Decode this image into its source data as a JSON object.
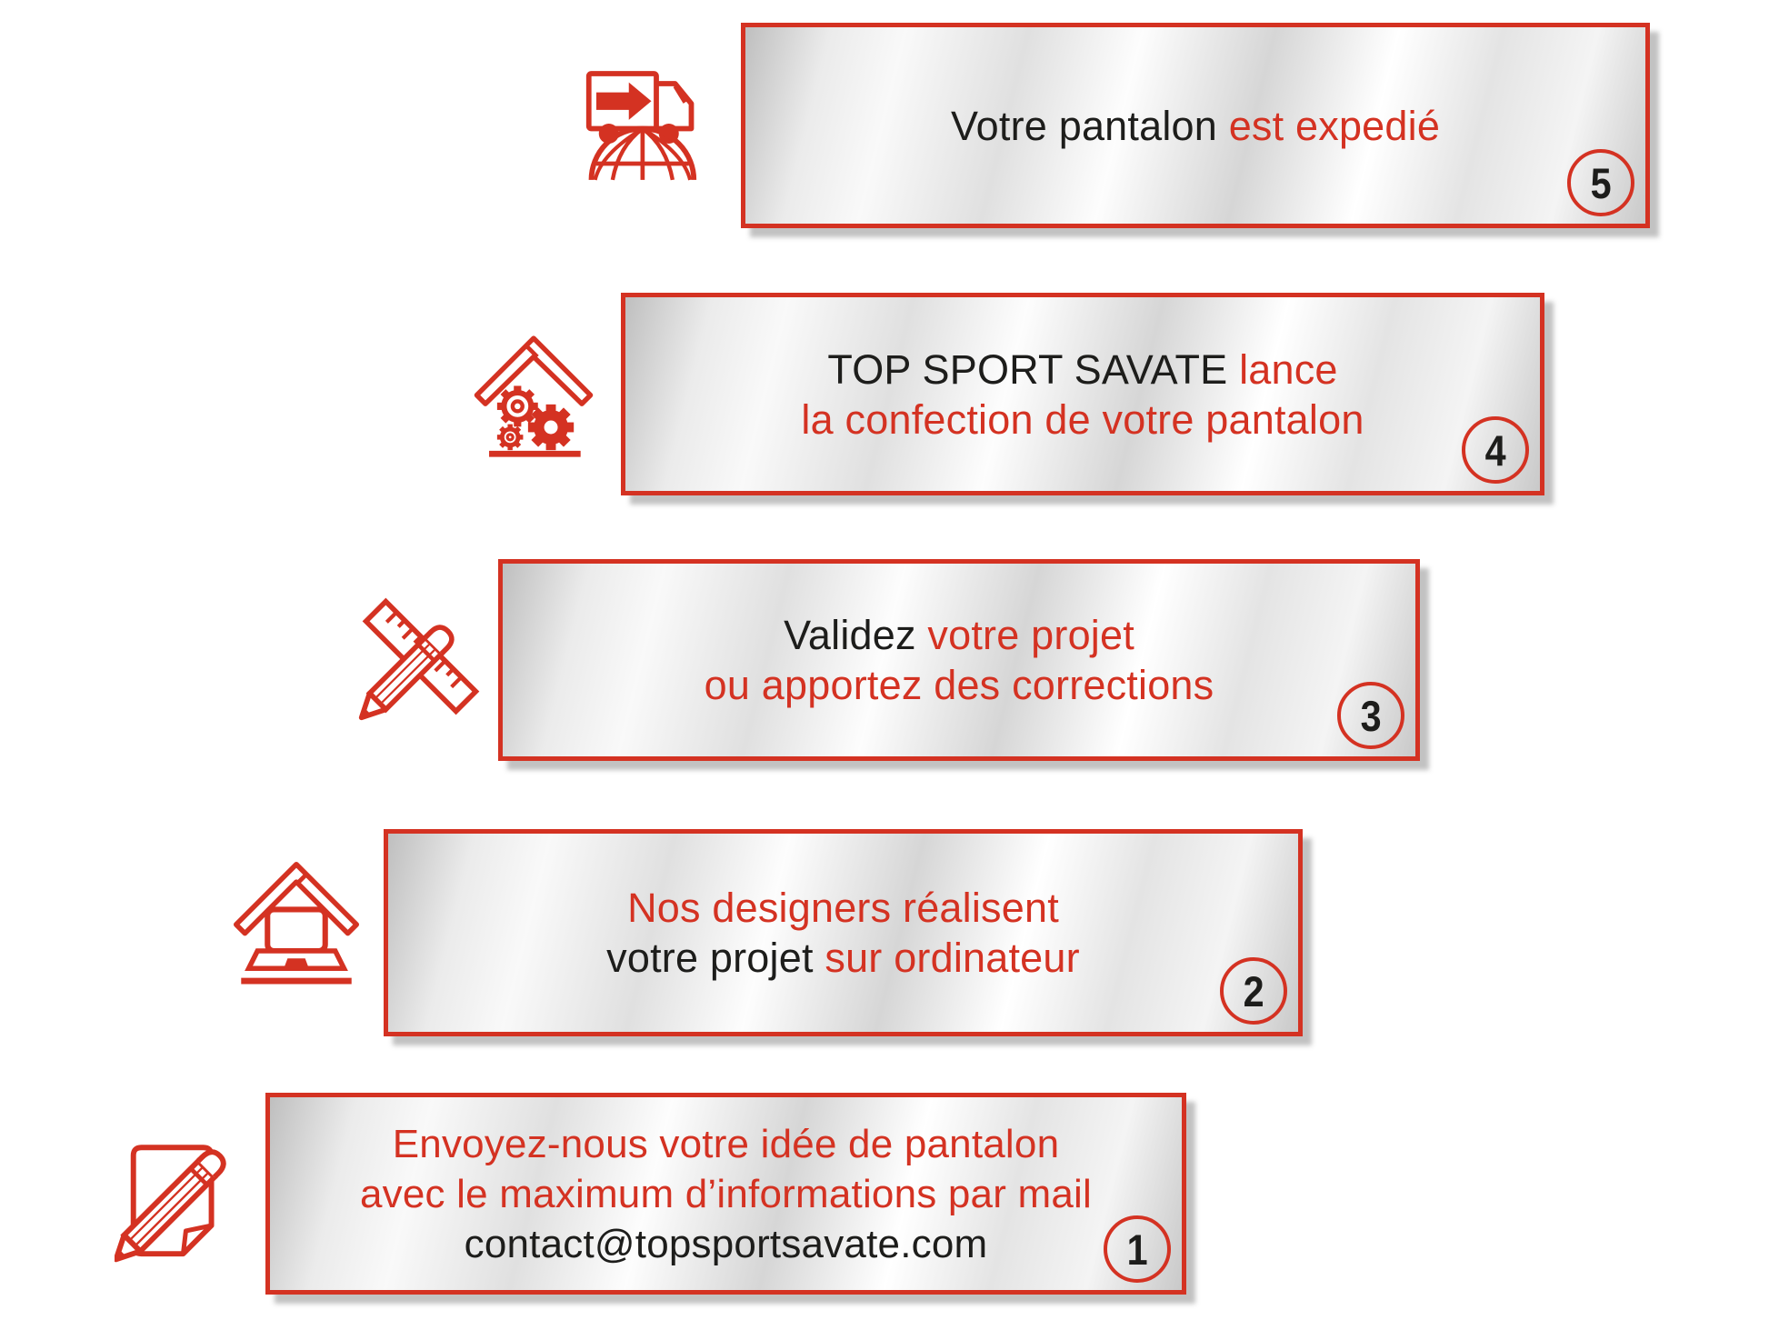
{
  "colors": {
    "accent_red": "#d43222",
    "text_black": "#1d1d1b",
    "panel_silver_light": "#f9f9f9",
    "panel_silver_dark": "#bfbfbf"
  },
  "steps": [
    {
      "number": "5",
      "icon": "shipping-truck-globe-icon",
      "lines": [
        [
          {
            "t": "Votre pantalon ",
            "c": "black"
          },
          {
            "t": "est expedié",
            "c": "red"
          }
        ]
      ]
    },
    {
      "number": "4",
      "icon": "factory-roof-gears-icon",
      "lines": [
        [
          {
            "t": "TOP SPORT SAVATE ",
            "c": "black"
          },
          {
            "t": "lance",
            "c": "red"
          }
        ],
        [
          {
            "t": "la confection de votre pantalon",
            "c": "red"
          }
        ]
      ]
    },
    {
      "number": "3",
      "icon": "ruler-pencil-cross-icon",
      "lines": [
        [
          {
            "t": "Validez ",
            "c": "black"
          },
          {
            "t": "votre projet",
            "c": "red"
          }
        ],
        [
          {
            "t": "ou apportez des corrections",
            "c": "red"
          }
        ]
      ]
    },
    {
      "number": "2",
      "icon": "roof-laptop-icon",
      "lines": [
        [
          {
            "t": "Nos designers réalisent",
            "c": "red"
          }
        ],
        [
          {
            "t": "votre projet ",
            "c": "black"
          },
          {
            "t": "sur ordinateur",
            "c": "red"
          }
        ]
      ]
    },
    {
      "number": "1",
      "icon": "notepad-pencil-icon",
      "lines": [
        [
          {
            "t": "Envoyez-nous votre idée de pantalon",
            "c": "red"
          }
        ],
        [
          {
            "t": "avec le maximum d’informations par mail",
            "c": "red"
          }
        ],
        [
          {
            "t": "contact@topsportsavate.com",
            "c": "black"
          }
        ]
      ]
    }
  ]
}
